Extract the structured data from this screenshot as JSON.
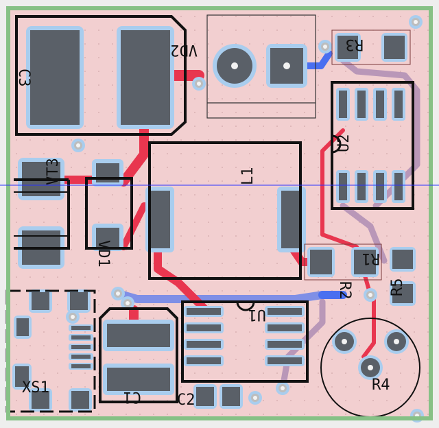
{
  "view": {
    "background_color": "#eeeeee",
    "board_color": "#f2cfd0",
    "copper_color": "#e8364f",
    "pad_color": "#5a6068",
    "clearance_color": "#a9cdee",
    "outline_color": "#86c186",
    "silkscreen_color": "#111111",
    "cursor_line_color": "#2b33ff"
  },
  "components": [
    {
      "ref": "C3",
      "kind": "capacitor"
    },
    {
      "ref": "VD2",
      "kind": "diode"
    },
    {
      "ref": "R3",
      "kind": "resistor"
    },
    {
      "ref": "U2",
      "kind": "ic"
    },
    {
      "ref": "L1",
      "kind": "inductor"
    },
    {
      "ref": "VT3",
      "kind": "transistor"
    },
    {
      "ref": "VD1",
      "kind": "diode"
    },
    {
      "ref": "R1",
      "kind": "resistor"
    },
    {
      "ref": "R2",
      "kind": "resistor"
    },
    {
      "ref": "R5",
      "kind": "resistor"
    },
    {
      "ref": "U1",
      "kind": "ic"
    },
    {
      "ref": "XS1",
      "kind": "connector"
    },
    {
      "ref": "C1",
      "kind": "capacitor"
    },
    {
      "ref": "C2",
      "kind": "capacitor"
    },
    {
      "ref": "R4",
      "kind": "potentiometer"
    }
  ]
}
